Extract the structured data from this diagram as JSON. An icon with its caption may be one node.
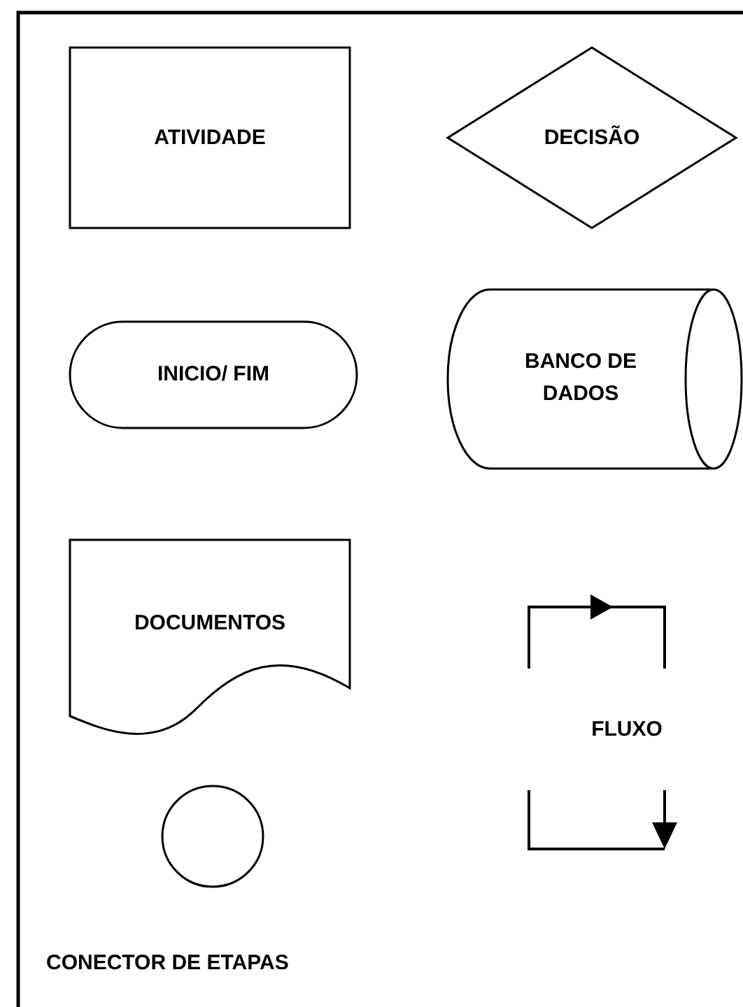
{
  "diagram": {
    "nodes": [
      {
        "text": [
          "ATIVIDADE"
        ]
      },
      {
        "text": [
          "DECISÃO"
        ]
      },
      {
        "text": [
          "INICIO/ FIM"
        ]
      },
      {
        "text": [
          "BANCO DE DADOS"
        ]
      },
      {
        "text": [
          "DOCUMENTOS"
        ]
      },
      {
        "text": [],
        "shape": "circle",
        "beside": [
          "CONECTOR DE ETAPAS"
        ]
      }
    ],
    "labels": [
      "FLUXO"
    ]
  }
}
